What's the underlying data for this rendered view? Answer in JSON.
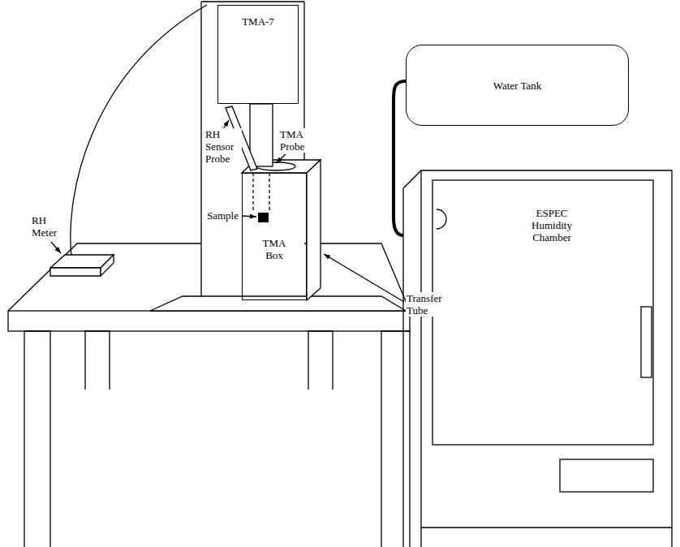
{
  "diagram": {
    "nodes": [
      {
        "text": [
          "TMA-7"
        ]
      },
      {
        "text": [
          "TMA Box"
        ]
      },
      {
        "text": [
          "Water Tank"
        ]
      },
      {
        "text": [
          "ESPEC Humidity Chamber"
        ]
      }
    ],
    "edges": [
      {
        "from": 2,
        "to": 3,
        "arrow": "none"
      }
    ],
    "labels": [
      "RH Sensor Probe",
      "TMA Probe",
      "Sample",
      "RH Meter",
      "Transfer Tube"
    ]
  }
}
